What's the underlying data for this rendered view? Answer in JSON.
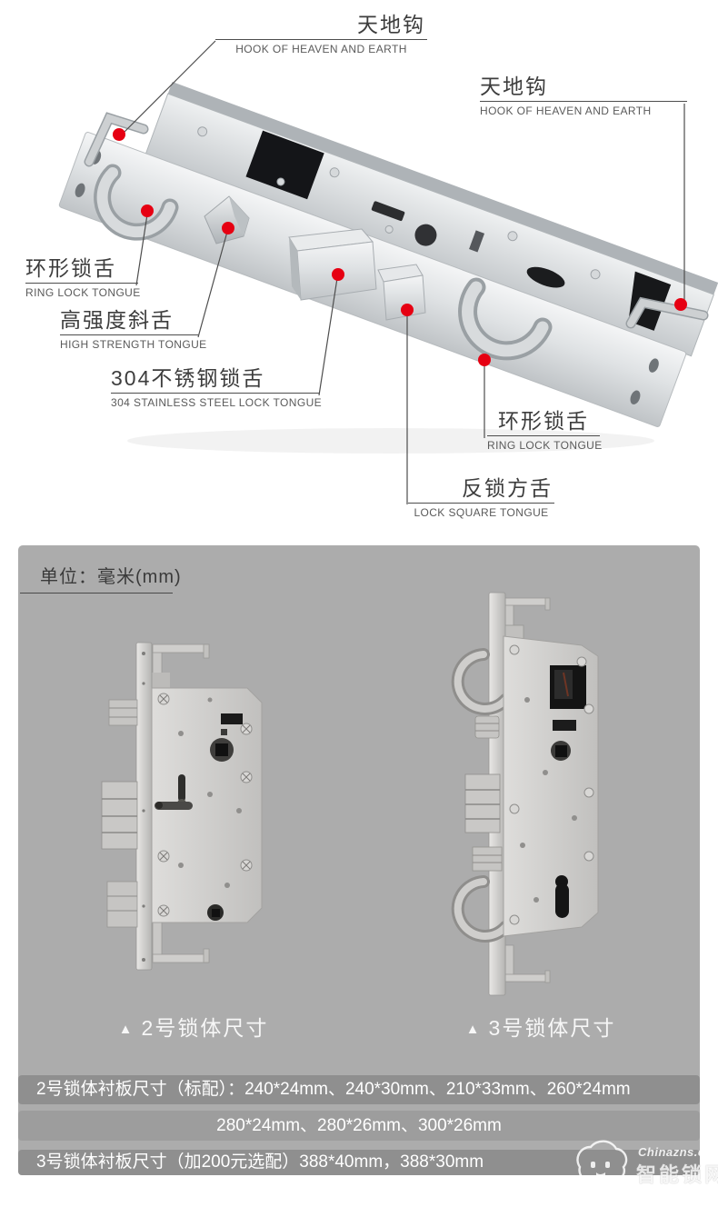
{
  "colors": {
    "page_bg": "#ffffff",
    "panel_bg": "#acacac",
    "bar_dark": "#8f8f8f",
    "bar_mid": "#9d9d9d",
    "callout_dot": "#e60012",
    "line": "#4d4d4d",
    "bar_text": "#ffffff"
  },
  "top_section": {
    "callouts": [
      {
        "id": "hook-left",
        "zh": "天地钩",
        "en": "HOOK OF HEAVEN AND EARTH"
      },
      {
        "id": "hook-right",
        "zh": "天地钩",
        "en": "HOOK OF HEAVEN AND EARTH"
      },
      {
        "id": "ring-left",
        "zh": "环形锁舌",
        "en": "RING LOCK TONGUE"
      },
      {
        "id": "high-strength",
        "zh": "高强度斜舌",
        "en": "HIGH STRENGTH TONGUE"
      },
      {
        "id": "stainless",
        "zh": "304不锈钢锁舌",
        "en": "304 STAINLESS STEEL LOCK TONGUE"
      },
      {
        "id": "ring-right",
        "zh": "环形锁舌",
        "en": "RING LOCK TONGUE"
      },
      {
        "id": "square",
        "zh": "反锁方舌",
        "en": "LOCK SQUARE TONGUE"
      }
    ]
  },
  "spec_section": {
    "unit_label": "单位：毫米(mm)",
    "captions": {
      "marker": "▲",
      "lock2": "2号锁体尺寸",
      "lock3": "3号锁体尺寸"
    },
    "spec_rows": [
      "2号锁体衬板尺寸（标配）：240*24mm、240*30mm、210*33mm、260*24mm",
      "280*24mm、280*26mm、300*26mm",
      "3号锁体衬板尺寸（加200元选配）388*40mm，388*30mm"
    ],
    "watermark": {
      "site": "Chinazns.com",
      "name": "智能锁网"
    }
  }
}
